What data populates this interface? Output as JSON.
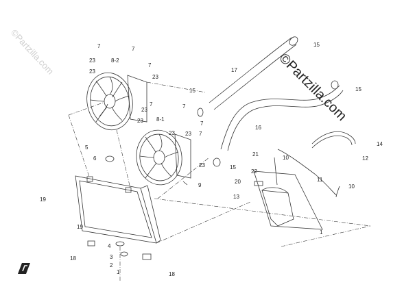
{
  "watermark": {
    "main_text": "©Partzilla.com",
    "faint_text": "©Partzilla.com"
  },
  "callouts": {
    "c1a": "1",
    "c1b": "1",
    "c2": "2",
    "c3": "3",
    "c4": "4",
    "c5": "5",
    "c6": "6",
    "c7a": "7",
    "c7b": "7",
    "c7c": "7",
    "c7d": "7",
    "c7e": "7",
    "c7f": "7",
    "c7g": "7",
    "c8_1": "8-1",
    "c8_2": "8-2",
    "c9": "9",
    "c10a": "10",
    "c10b": "10",
    "c11": "11",
    "c12": "12",
    "c13": "13",
    "c14": "14",
    "c15a": "15",
    "c15b": "15",
    "c15c": "15",
    "c15d": "15",
    "c16": "16",
    "c17": "17",
    "c18a": "18",
    "c18b": "18",
    "c19a": "19",
    "c19b": "19",
    "c20": "20",
    "c21": "21",
    "c22": "22",
    "c23a": "23",
    "c23b": "23",
    "c23c": "23",
    "c23d": "23",
    "c23e": "23",
    "c23f": "23",
    "c23g": "23"
  },
  "colors": {
    "line": "#333333",
    "watermark_faint": "#cfcfcf",
    "background": "#ffffff"
  }
}
